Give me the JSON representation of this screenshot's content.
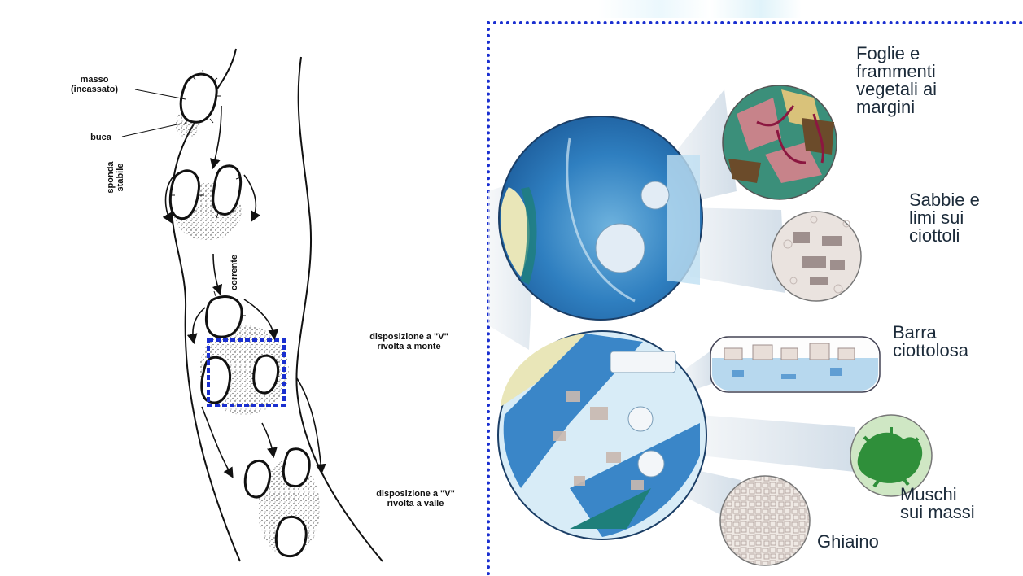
{
  "left_diagram": {
    "labels": {
      "masso_line1": "masso",
      "masso_line2": "(incassato)",
      "buca": "buca",
      "sponda_line1": "sponda",
      "sponda_line2": "stabile",
      "corrente": "corrente",
      "monte_line1": "disposizione a \"V\"",
      "monte_line2": "rivolta a monte",
      "valle_line1": "disposizione a \"V\"",
      "valle_line2": "rivolta a valle"
    }
  },
  "right_diagram": {
    "labels": {
      "foglie_line1": "Foglie e",
      "foglie_line2": "frammenti",
      "foglie_line3": "vegetali ai",
      "foglie_line4": "margini",
      "sabbie_line1": "Sabbie e",
      "sabbie_line2": "limi sui",
      "sabbie_line3": "ciottoli",
      "barra_line1": "Barra",
      "barra_line2": "ciottolosa",
      "muschi_line1": "Muschi",
      "muschi_line2": "sui massi",
      "ghiaino": "Ghiaino"
    }
  },
  "colors": {
    "frame_dotted": "#1a2fd0",
    "water_dark": "#2f7fc0",
    "water_light": "#bfe0f2",
    "bank": "#e9e6b8",
    "moss": "#3aa33a"
  }
}
